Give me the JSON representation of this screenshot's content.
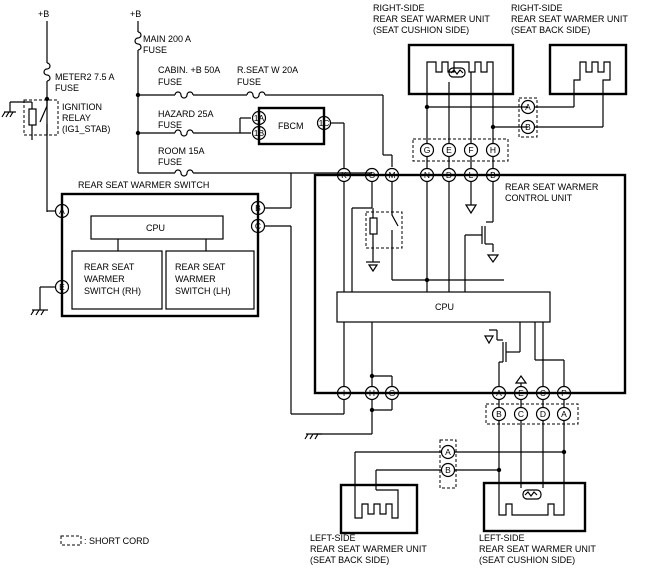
{
  "supply_labels": {
    "b_left": "+B",
    "b_right": "+B"
  },
  "fuses": {
    "meter2": [
      "METER2 7.5 A",
      "FUSE"
    ],
    "main": [
      "MAIN 200 A",
      "FUSE"
    ],
    "cabin": [
      "CABIN. +B 50A",
      "FUSE"
    ],
    "rseat": [
      "R.SEAT W 20A",
      "FUSE"
    ],
    "hazard": [
      "HAZARD 25A",
      "FUSE"
    ],
    "room": [
      "ROOM 15A",
      "FUSE"
    ]
  },
  "ignition_relay": [
    "IGNITION",
    "RELAY",
    "(IG1_STAB)"
  ],
  "fbcm": {
    "label": "FBCM",
    "pins": [
      "1A",
      "1B",
      "1C"
    ]
  },
  "switch_unit": {
    "title": "REAR SEAT WARMER SWITCH",
    "cpu": "CPU",
    "sw_rh": [
      "REAR SEAT",
      "WARMER",
      "SWITCH (RH)"
    ],
    "sw_lh": [
      "REAR SEAT",
      "WARMER",
      "SWITCH (LH)"
    ],
    "pins": [
      "A",
      "B",
      "C",
      "E"
    ]
  },
  "control_unit": {
    "title": [
      "REAR SEAT WARMER",
      "CONTROL UNIT"
    ],
    "cpu": "CPU",
    "top_pins": [
      "K",
      "O",
      "M",
      "N",
      "D",
      "L",
      "B"
    ],
    "bottom_left_pins": [
      "I",
      "H",
      "G"
    ],
    "bottom_right_pins": [
      "A",
      "E",
      "C",
      "P"
    ]
  },
  "right_cushion_unit": {
    "title": [
      "RIGHT-SIDE",
      "REAR SEAT WARMER UNIT",
      "(SEAT CUSHION SIDE)"
    ],
    "connector": [
      "G",
      "E",
      "F",
      "H"
    ]
  },
  "right_back_unit": {
    "title": [
      "RIGHT-SIDE",
      "REAR SEAT WARMER UNIT",
      "(SEAT BACK SIDE)"
    ],
    "connector": [
      "A",
      "B"
    ]
  },
  "left_back_unit": {
    "title": [
      "LEFT-SIDE",
      "REAR SEAT WARMER UNIT",
      "(SEAT BACK SIDE)"
    ],
    "connector": [
      "A",
      "B"
    ]
  },
  "left_cushion_unit": {
    "title": [
      "LEFT-SIDE",
      "REAR SEAT WARMER UNIT",
      "(SEAT CUSHION SIDE)"
    ],
    "connector": [
      "B",
      "C",
      "D",
      "A"
    ]
  },
  "legend": {
    "short_cord": ": SHORT CORD"
  }
}
